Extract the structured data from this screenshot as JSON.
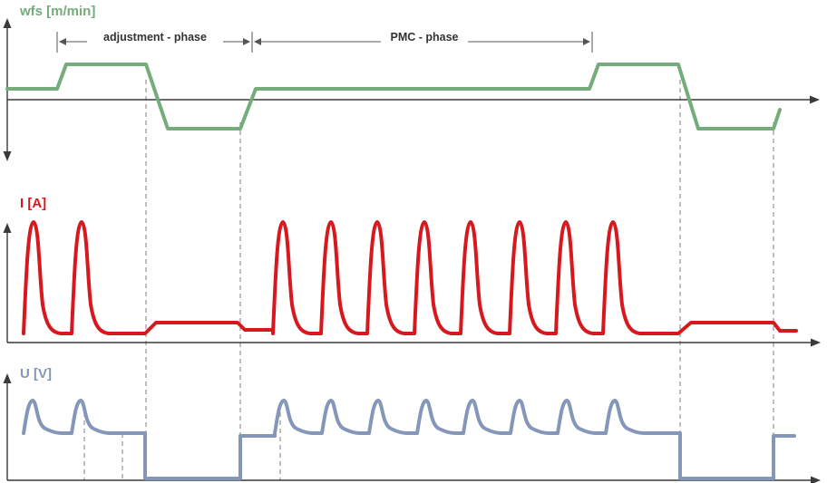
{
  "labels": {
    "wfs": "wfs [m/min]",
    "current": "I [A]",
    "voltage": "U [V]",
    "adjustment_phase": "adjustment - phase",
    "pmc_phase": "PMC - phase"
  },
  "colors": {
    "wfs": "#74ac7c",
    "current": "#d7191f",
    "voltage": "#8497b8",
    "axis": "#3a3a3a",
    "guide": "#8a8a8a"
  }
}
